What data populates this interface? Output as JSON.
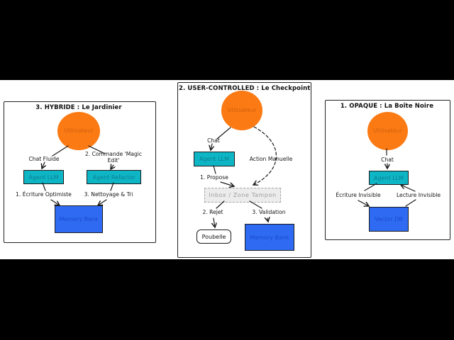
{
  "colors": {
    "orange_fill": "#fb7a14",
    "orange_text": "#d2600e",
    "cyan_fill": "#0eb5c5",
    "cyan_text": "#0c7f91",
    "blue_fill": "#2e6bf2",
    "blue_text": "#1b49cf",
    "gray_fill": "#ececec",
    "gray_border": "#a8a8a8",
    "gray_text": "#9b9b9b"
  },
  "panel_hybride": {
    "title": "3. HYBRIDE : Le Jardinier",
    "user": "Utilisateur",
    "edge_chat": "Chat Fluide",
    "edge_command": "2. Commande 'Magic Edit'",
    "agent_llm": "Agent LLM",
    "agent_refactor": "Agent Refactor",
    "edge_write": "1. Écriture Optimiste",
    "edge_clean": "3. Nettoyage & Tri",
    "memory_bank": "Memory Bank"
  },
  "panel_checkpoint": {
    "title": "2. USER-CONTROLLED : Le Checkpoint",
    "user": "Utilisateur",
    "edge_chat": "Chat",
    "agent_llm": "Agent LLM",
    "edge_manual": "Action Manuelle",
    "edge_propose": "1. Propose",
    "inbox": "Inbox / Zone Tampon",
    "edge_reject": "2. Rejet",
    "edge_validate": "3. Validation",
    "trash": "Poubelle",
    "memory_bank": "Memory Bank"
  },
  "panel_opaque": {
    "title": "1. OPAQUE : La Boîte Noire",
    "user": "Utilisateur",
    "edge_chat": "Chat",
    "agent_llm": "Agent LLM",
    "edge_write": "Écriture Invisible",
    "edge_read": "Lecture Invisible",
    "vector_db": "Vector DB"
  }
}
